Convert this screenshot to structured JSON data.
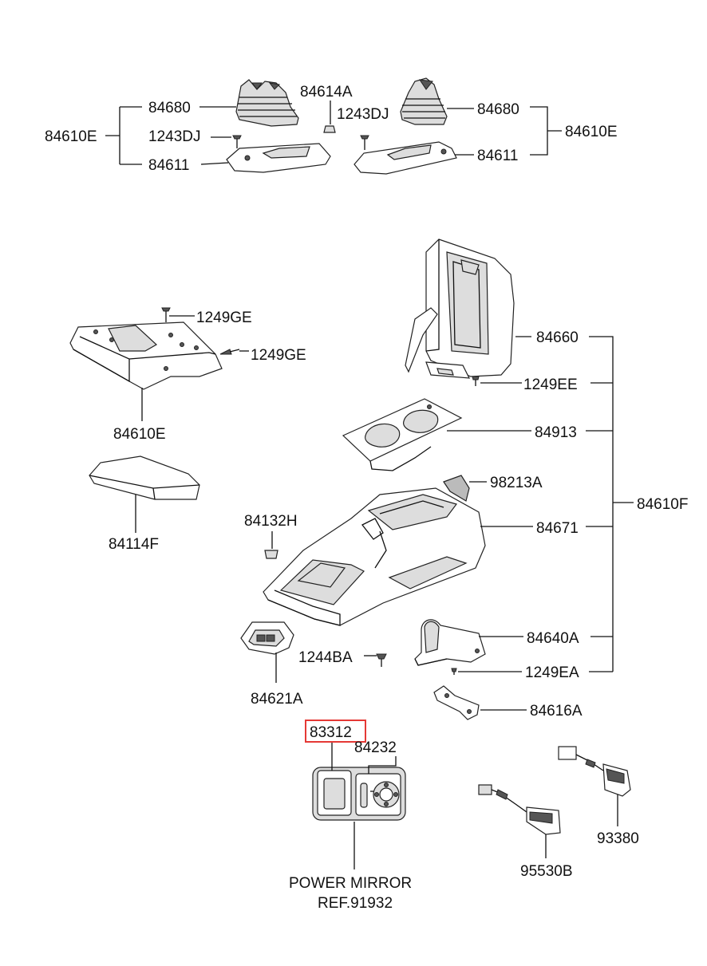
{
  "labels": {
    "top_left_group": "84610E",
    "top_left_boot": "84680",
    "top_left_screw": "1243DJ",
    "top_left_plate": "84611",
    "top_center_clip": "84614A",
    "top_right_screw": "1243DJ",
    "top_right_boot": "84680",
    "top_right_plate": "84611",
    "top_right_group": "84610E",
    "left_screw_top": "1249GE",
    "left_screw_side": "1249GE",
    "left_bracket": "84610E",
    "armrest_pad": "84114F",
    "clip_84132h": "84132H",
    "armrest_lid": "84660",
    "lid_screw": "1249EE",
    "cup_holder": "84913",
    "emblem": "98213A",
    "console_body": "84671",
    "assembly_ref": "84610F",
    "rear_cover": "84640A",
    "cover_screw": "1249EA",
    "switch_housing": "84621A",
    "housing_screw": "1244BA",
    "support_bracket": "84616A",
    "switch_highlighted": "83312",
    "switch_panel": "84232",
    "power_mirror": "POWER MIRROR",
    "power_mirror_ref": "REF.91932",
    "switch_harness_1": "95530B",
    "switch_harness_2": "93380"
  },
  "colors": {
    "highlight": "#e53935",
    "line": "#111111"
  }
}
